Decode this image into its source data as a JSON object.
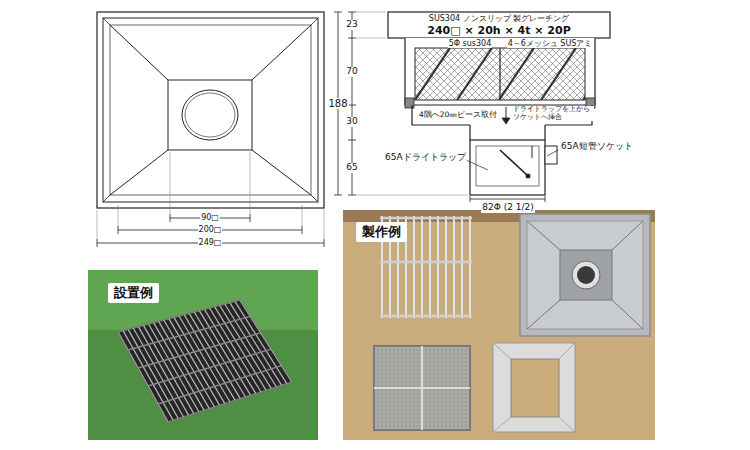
{
  "diagram": {
    "nodes": [
      {
        "text": [
          "設置例"
        ]
      },
      {
        "text": [
          "製作例"
        ]
      }
    ],
    "labels": [
      "SUS304 ノンスリップ 製グレーチング",
      "240□ × 20h × 4t × 20P",
      "23",
      "70",
      "30",
      "65",
      "188",
      "5Φ sus304",
      "4～6メッシュ SUSアミ",
      "4隅へ20㎜ピース取付",
      "ドライトラップを上から ソケットへ挿合",
      "65Aドライトラップ",
      "65A短管ソケット",
      "82Φ (2 1/2)",
      "90□",
      "200□",
      "249□"
    ]
  }
}
